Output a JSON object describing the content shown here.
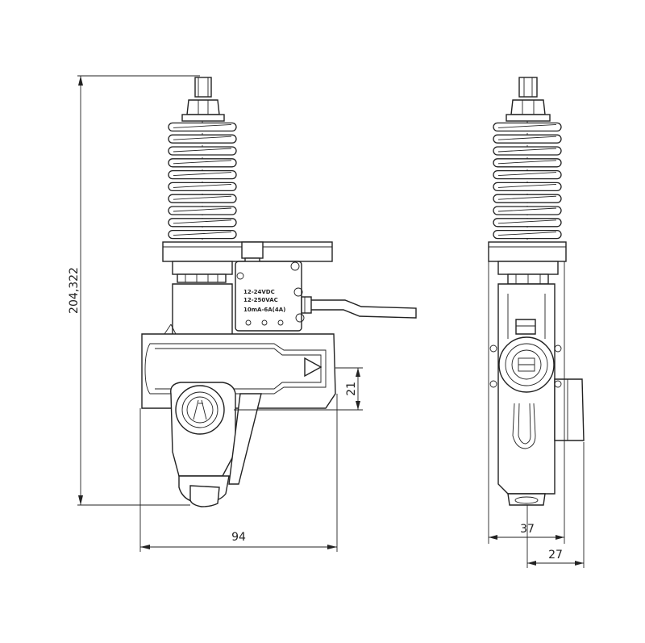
{
  "dimensions": {
    "height": "204,322",
    "width": "94",
    "port_offset": "21",
    "side_width": "37",
    "side_depth": "27"
  },
  "switch_label": {
    "line1": "12-24VDC",
    "line2": "12-250VAC",
    "line3": "10mA-6A(4A)"
  }
}
